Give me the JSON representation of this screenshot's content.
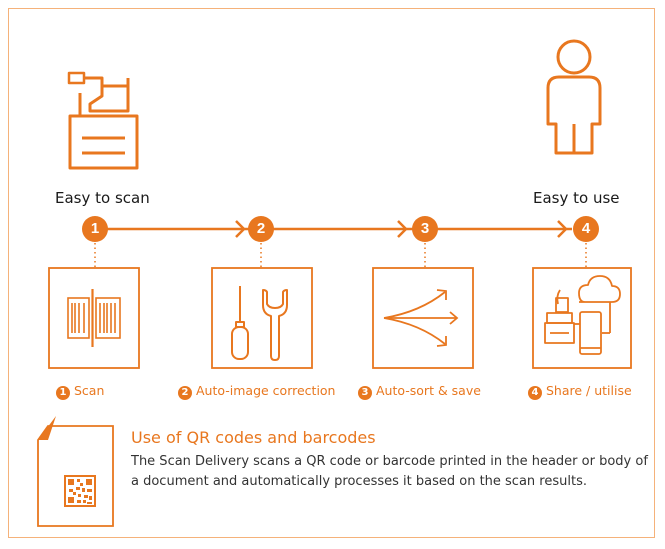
{
  "header_labels": {
    "left": "Easy to scan",
    "right": "Easy to use"
  },
  "steps": [
    {
      "number": "1",
      "label": "Scan",
      "icon": "scan-barcode-icon"
    },
    {
      "number": "2",
      "label": "Auto-image correction",
      "icon": "screwdriver-wrench-icon"
    },
    {
      "number": "3",
      "label": "Auto-sort & save",
      "icon": "branching-arrows-icon"
    },
    {
      "number": "4",
      "label": "Share / utilise",
      "icon": "cloud-devices-icon"
    }
  ],
  "qr_section": {
    "title": "Use of QR codes and barcodes",
    "description": "The Scan Delivery scans a QR code or barcode printed in the header or body of a document and automatically processes it based on the scan results."
  },
  "colors": {
    "accent": "#e8771f",
    "frame": "#f5b27a"
  }
}
